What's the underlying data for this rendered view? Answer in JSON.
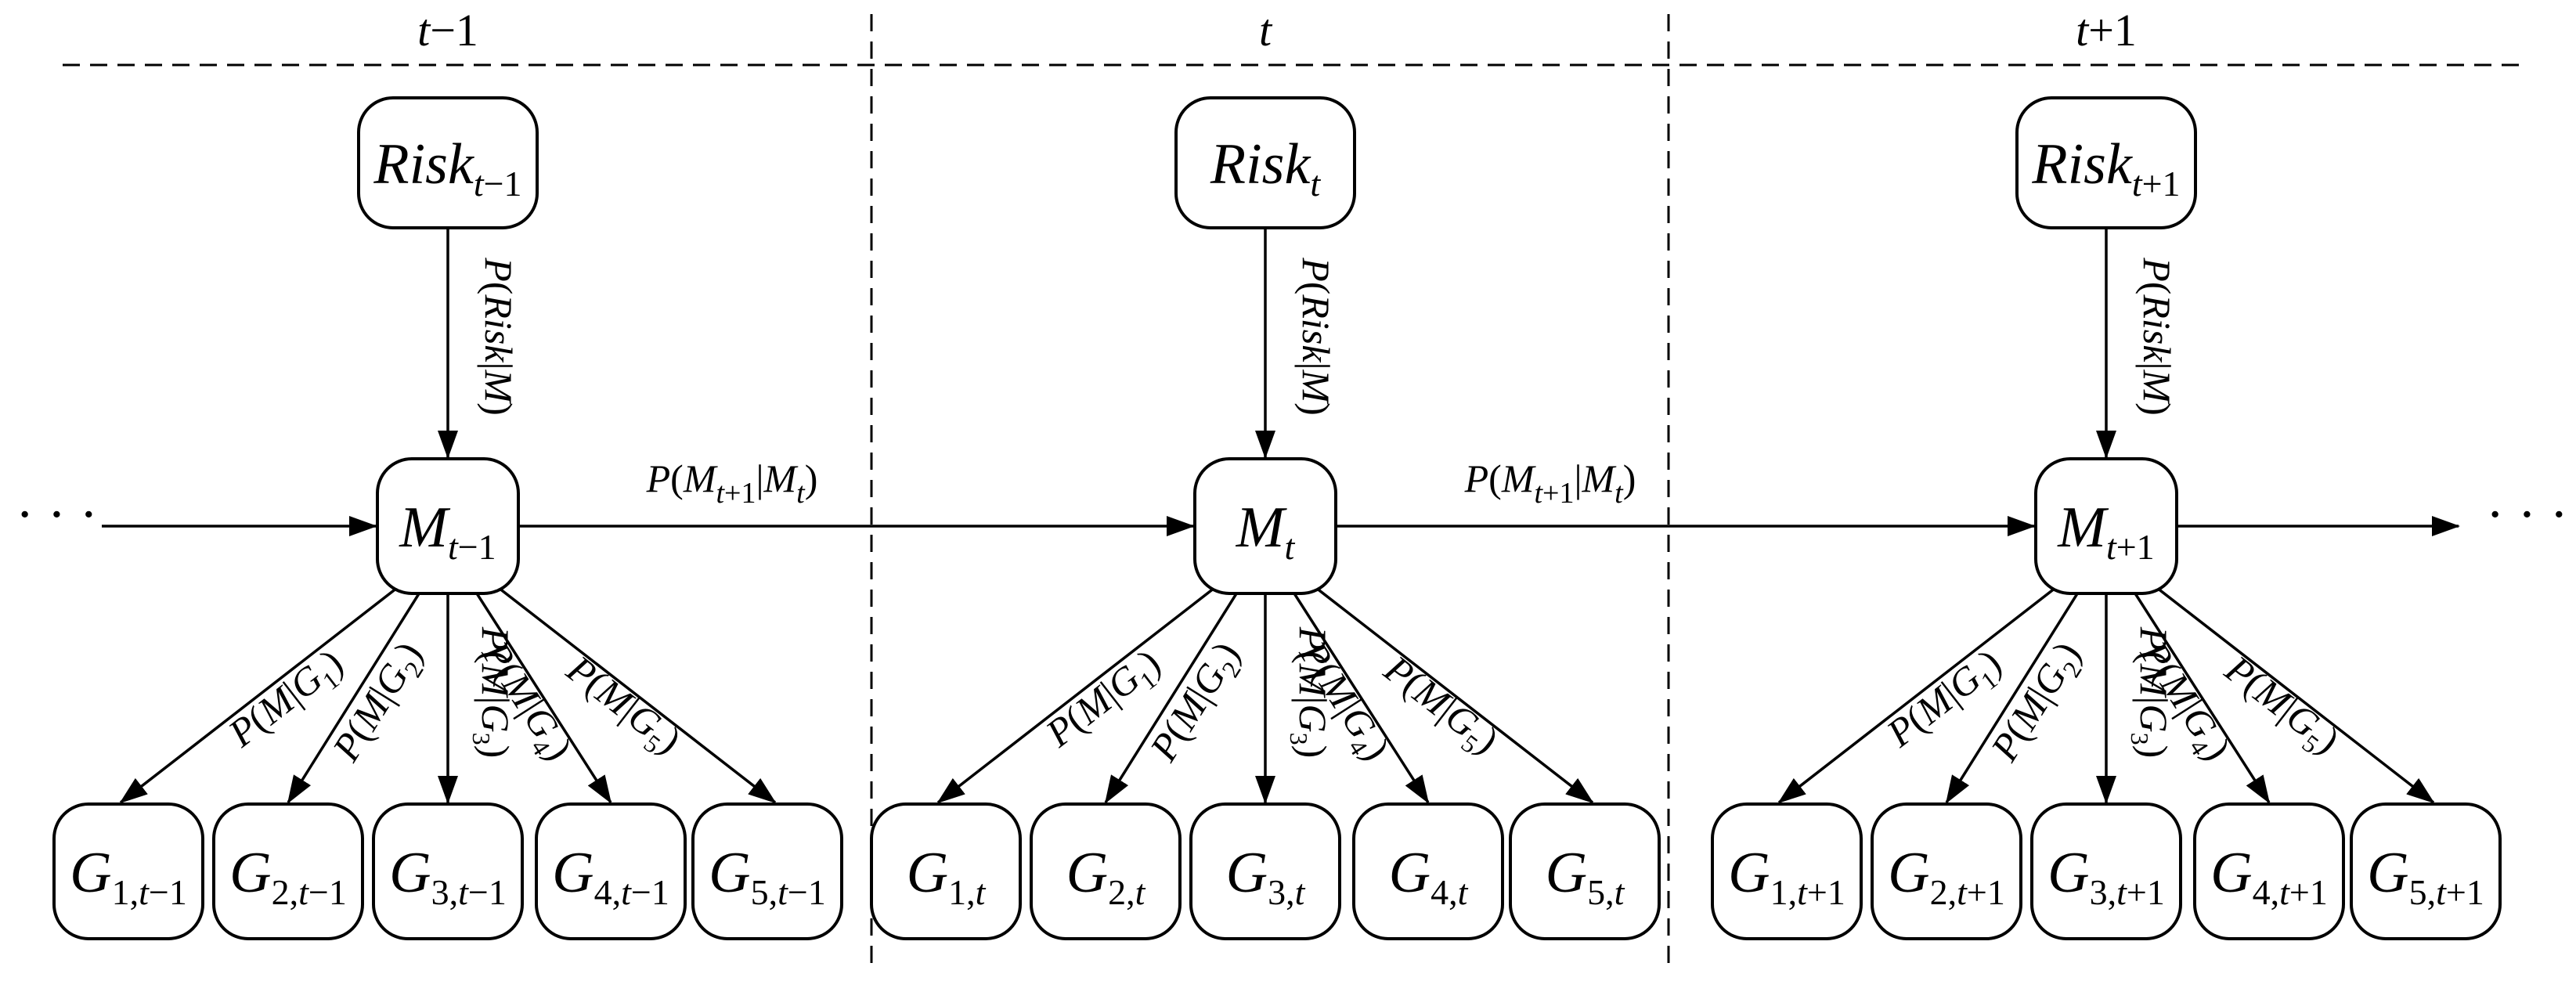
{
  "slices": [
    {
      "title": "t−1",
      "risk": {
        "base": "Risk",
        "sub": "t−1"
      },
      "risk_label": "P(Risk|M)",
      "m": {
        "base": "M",
        "sub": "t−1"
      },
      "g": [
        {
          "base": "G",
          "sub": "1,t−1"
        },
        {
          "base": "G",
          "sub": "2,t−1"
        },
        {
          "base": "G",
          "sub": "3,t−1"
        },
        {
          "base": "G",
          "sub": "4,t−1"
        },
        {
          "base": "G",
          "sub": "5,t−1"
        }
      ],
      "g_labels": [
        "P(M|G1)",
        "P(M|G2)",
        "P(M|G3)",
        "P(M|G4)",
        "P(M|G5)"
      ]
    },
    {
      "title": "t",
      "risk": {
        "base": "Risk",
        "sub": "t"
      },
      "risk_label": "P(Risk|M)",
      "m": {
        "base": "M",
        "sub": "t"
      },
      "g": [
        {
          "base": "G",
          "sub": "1,t"
        },
        {
          "base": "G",
          "sub": "2,t"
        },
        {
          "base": "G",
          "sub": "3,t"
        },
        {
          "base": "G",
          "sub": "4,t"
        },
        {
          "base": "G",
          "sub": "5,t"
        }
      ],
      "g_labels": [
        "P(M|G1)",
        "P(M|G2)",
        "P(M|G3)",
        "P(M|G4)",
        "P(M|G5)"
      ]
    },
    {
      "title": "t+1",
      "risk": {
        "base": "Risk",
        "sub": "t+1"
      },
      "risk_label": "P(Risk|M)",
      "m": {
        "base": "M",
        "sub": "t+1"
      },
      "g": [
        {
          "base": "G",
          "sub": "1,t+1"
        },
        {
          "base": "G",
          "sub": "2,t+1"
        },
        {
          "base": "G",
          "sub": "3,t+1"
        },
        {
          "base": "G",
          "sub": "4,t+1"
        },
        {
          "base": "G",
          "sub": "5,t+1"
        }
      ],
      "g_labels": [
        "P(M|G1)",
        "P(M|G2)",
        "P(M|G3)",
        "P(M|G4)",
        "P(M|G5)"
      ]
    }
  ],
  "transition_labels": [
    "P(Mt+1|Mt)",
    "P(Mt+1|Mt)"
  ],
  "ellipsis_left": "· · ·",
  "ellipsis_right": "· · ·"
}
